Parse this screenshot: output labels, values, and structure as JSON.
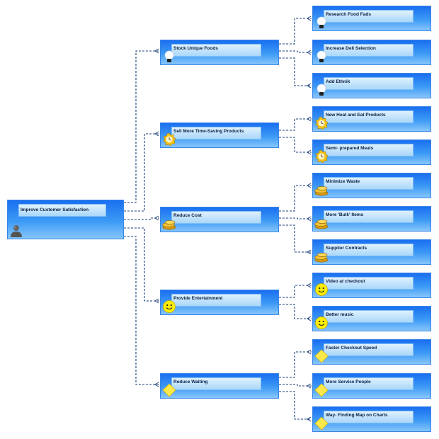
{
  "diagram": {
    "root": {
      "label": "Improve Customer Satisfaction",
      "icon": "person-icon"
    },
    "branches": [
      {
        "label": "Stock Unique Foods",
        "icon": "lightbulb-icon",
        "children": [
          {
            "label": "Research Food Fads",
            "icon": "lightbulb-icon"
          },
          {
            "label": "Increase Deli Selection",
            "icon": "lightbulb-icon"
          },
          {
            "label": "Add Ethnik",
            "icon": "lightbulb-icon"
          }
        ]
      },
      {
        "label": "Sell More Time-Saving Products",
        "icon": "clock-icon",
        "children": [
          {
            "label": "New Heat and Eat Products",
            "icon": "clock-icon"
          },
          {
            "label": "Semi- prepared Meals",
            "icon": "clock-icon"
          }
        ]
      },
      {
        "label": "Reduce Cost",
        "icon": "coins-icon",
        "children": [
          {
            "label": "Minimize Waste",
            "icon": "coins-icon"
          },
          {
            "label": "More 'Bulk' Items",
            "icon": "coins-icon"
          },
          {
            "label": "Supplier Contracts",
            "icon": "coins-icon"
          }
        ]
      },
      {
        "label": "Provide Entertainment",
        "icon": "smiley-icon",
        "children": [
          {
            "label": "Video at checkout",
            "icon": "smiley-icon"
          },
          {
            "label": "Better music",
            "icon": "smiley-icon"
          }
        ]
      },
      {
        "label": "Reduce Waiting",
        "icon": "diamond-icon",
        "children": [
          {
            "label": "Faster Checkout Speed",
            "icon": "diamond-icon"
          },
          {
            "label": "More Service People",
            "icon": "diamond-icon"
          },
          {
            "label": "Way- Finding Map on Charts",
            "icon": "diamond-icon"
          }
        ]
      }
    ],
    "colors": {
      "connector": "#1a3f7a",
      "node_top": "#1a6ff0",
      "node_bottom": "#86c6fb"
    }
  }
}
